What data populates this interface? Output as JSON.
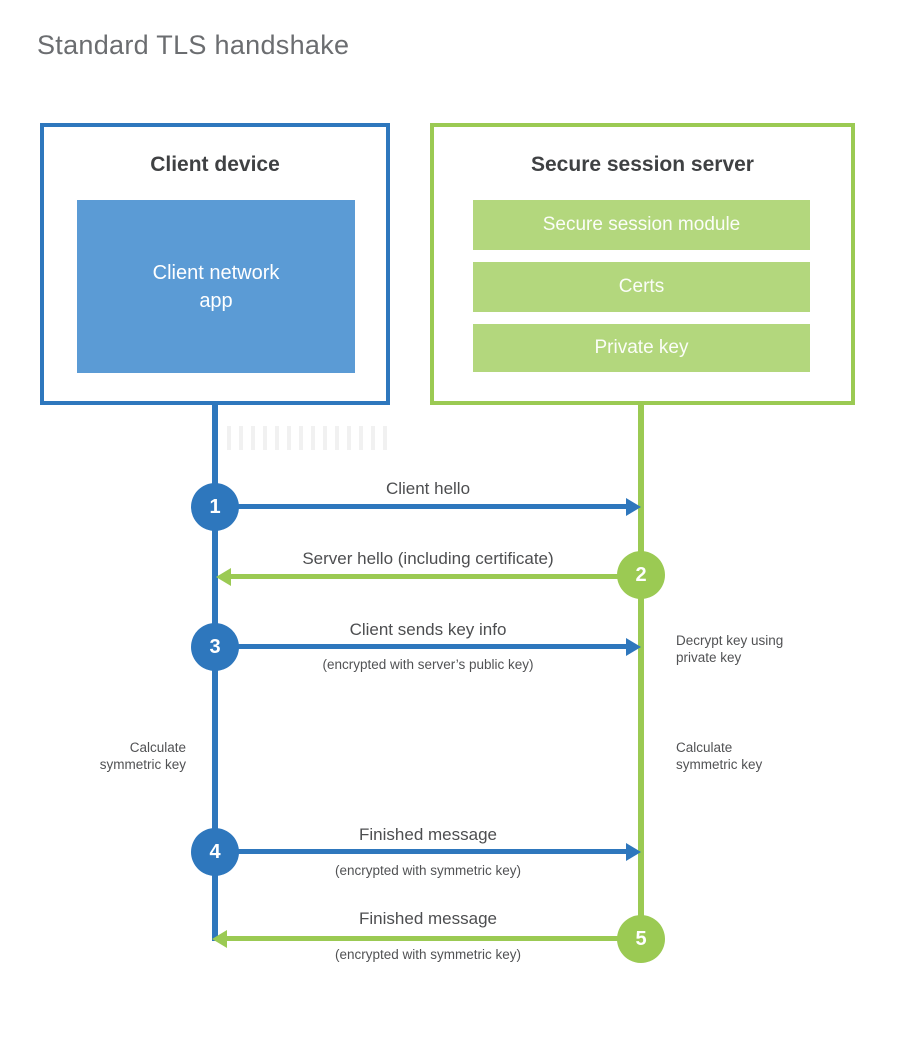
{
  "title": "Standard TLS handshake",
  "colors": {
    "blue_dark": "#2e77bd",
    "blue_fill": "#5b9bd5",
    "green_line": "#9bca53",
    "green_fill": "#b3d77d",
    "title_gray": "#6b6d70",
    "heading_dark": "#3f4143",
    "label_gray": "#4d4e50"
  },
  "client": {
    "title": "Client device",
    "app_label": "Client network\napp"
  },
  "server": {
    "title": "Secure session server",
    "modules": [
      "Secure session module",
      "Certs",
      "Private key"
    ]
  },
  "steps": [
    {
      "number": "1",
      "label": "Client hello",
      "sublabel": "",
      "direction": "right",
      "color": "blue"
    },
    {
      "number": "2",
      "label": "Server hello (including certificate)",
      "sublabel": "",
      "direction": "left",
      "color": "green"
    },
    {
      "number": "3",
      "label": "Client sends key info",
      "sublabel": "(encrypted with server’s public key)",
      "direction": "right",
      "color": "blue"
    },
    {
      "number": "4",
      "label": "Finished message",
      "sublabel": "(encrypted with symmetric key)",
      "direction": "right",
      "color": "blue"
    },
    {
      "number": "5",
      "label": "Finished message",
      "sublabel": "(encrypted with symmetric key)",
      "direction": "left",
      "color": "green"
    }
  ],
  "side_notes": {
    "decrypt": "Decrypt key using\nprivate key",
    "calc_left": "Calculate\nsymmetric key",
    "calc_right": "Calculate\nsymmetric key"
  }
}
